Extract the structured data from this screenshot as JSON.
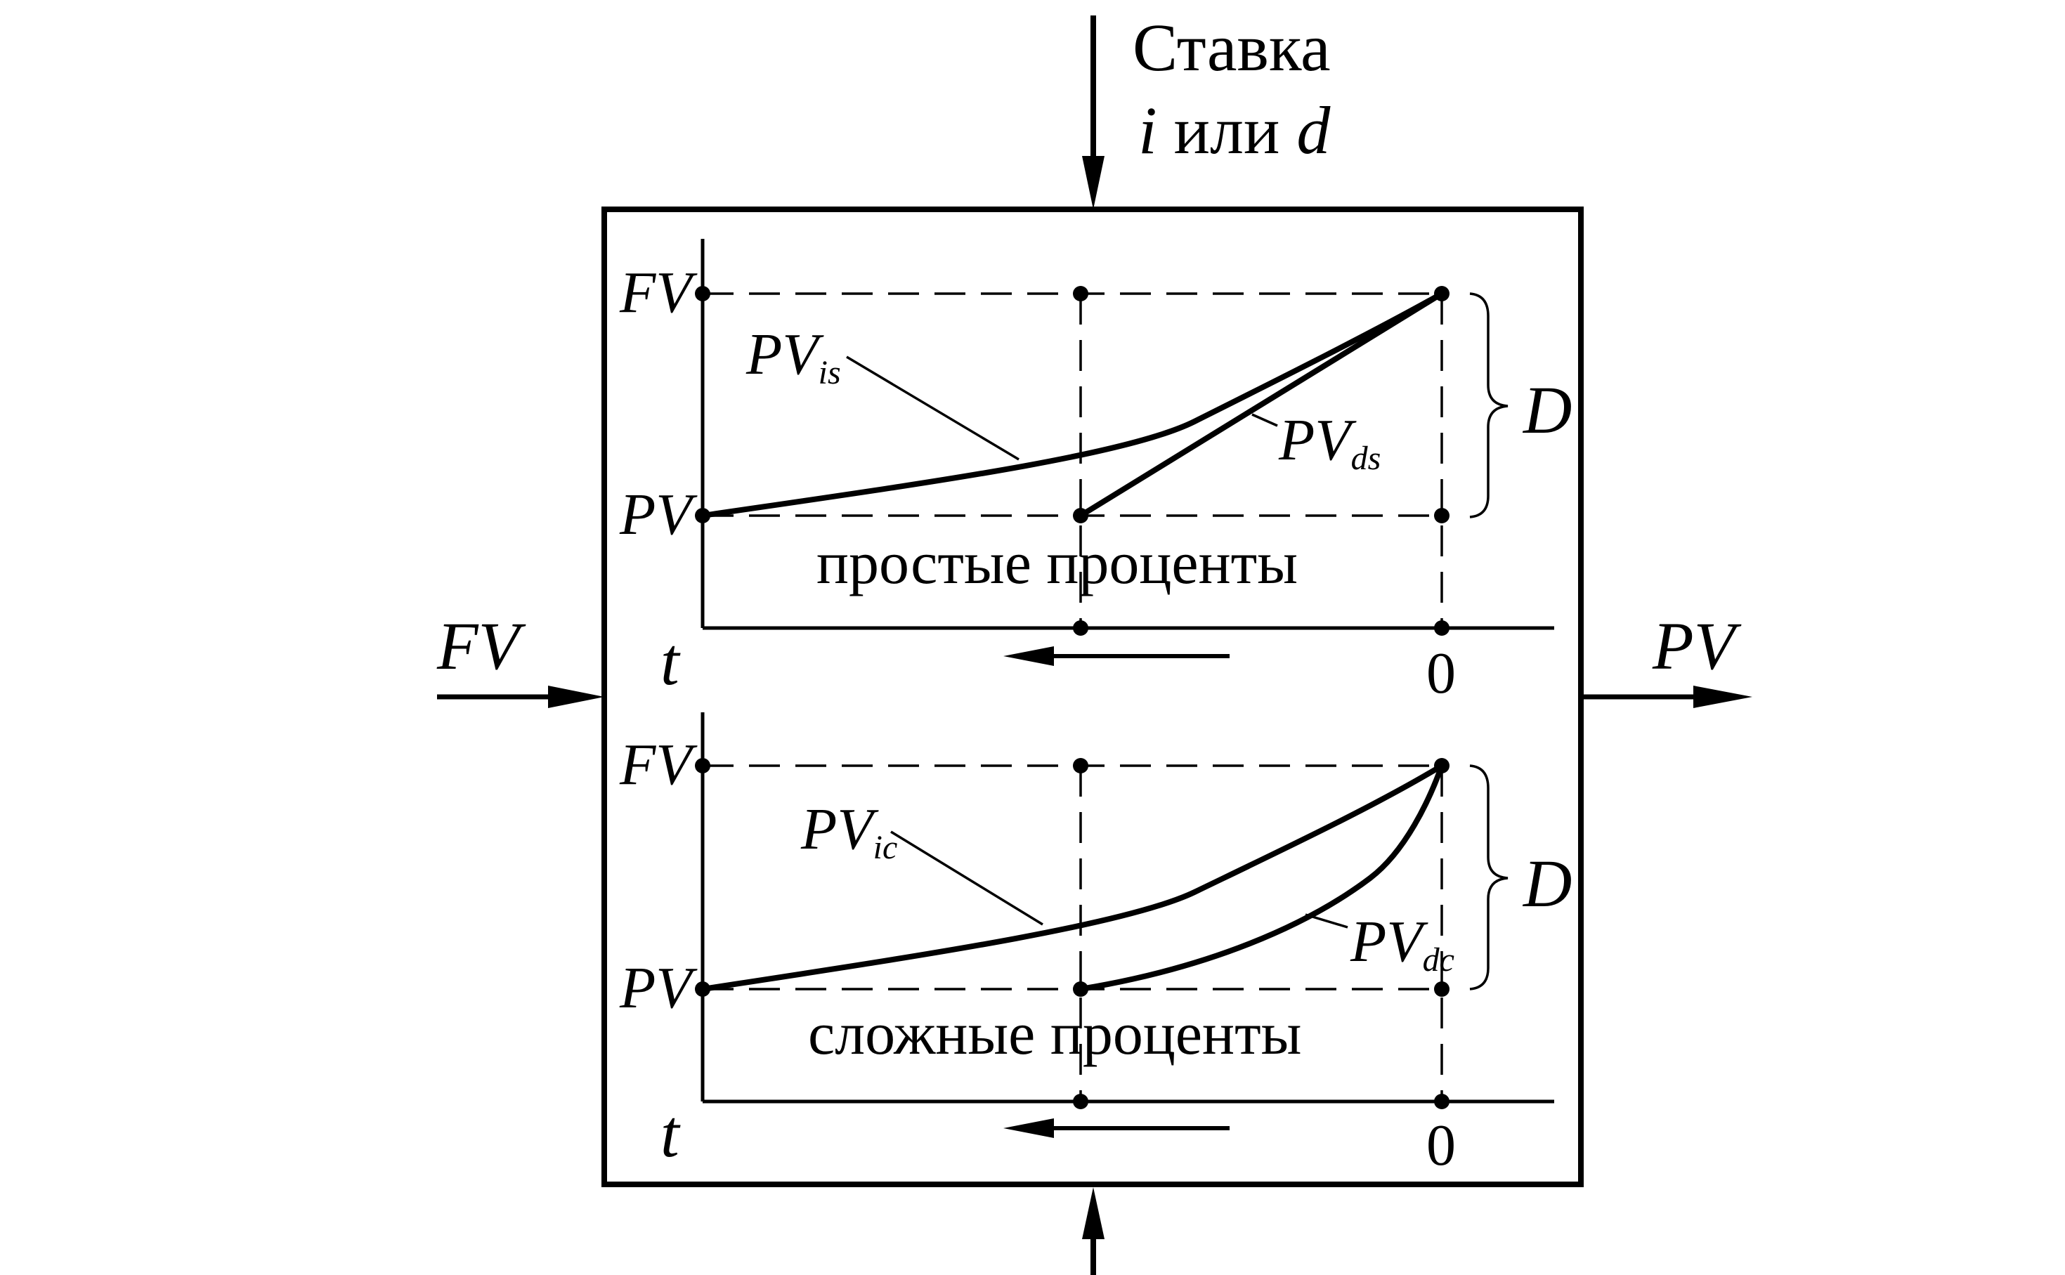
{
  "input_rate": {
    "line1": "Ставка",
    "line2_var_i": "i",
    "line2_or": " или ",
    "line2_var_d": "d"
  },
  "input_left": "FV",
  "output_right": "PV",
  "simple_panel": {
    "fv_label": "FV",
    "pv_label": "PV",
    "caption": "простые проценты",
    "curve_is": {
      "base": "PV",
      "sub": "is"
    },
    "curve_ds": {
      "base": "PV",
      "sub": "ds"
    },
    "brace_label": "D",
    "t_label": "t",
    "zero_label": "0"
  },
  "compound_panel": {
    "fv_label": "FV",
    "pv_label": "PV",
    "caption": "сложные проценты",
    "curve_ic": {
      "base": "PV",
      "sub": "ic"
    },
    "curve_dc": {
      "base": "PV",
      "sub": "dc"
    },
    "brace_label": "D",
    "t_label": "t",
    "zero_label": "0"
  },
  "colors": {
    "ink": "#000000",
    "background": "#ffffff"
  }
}
